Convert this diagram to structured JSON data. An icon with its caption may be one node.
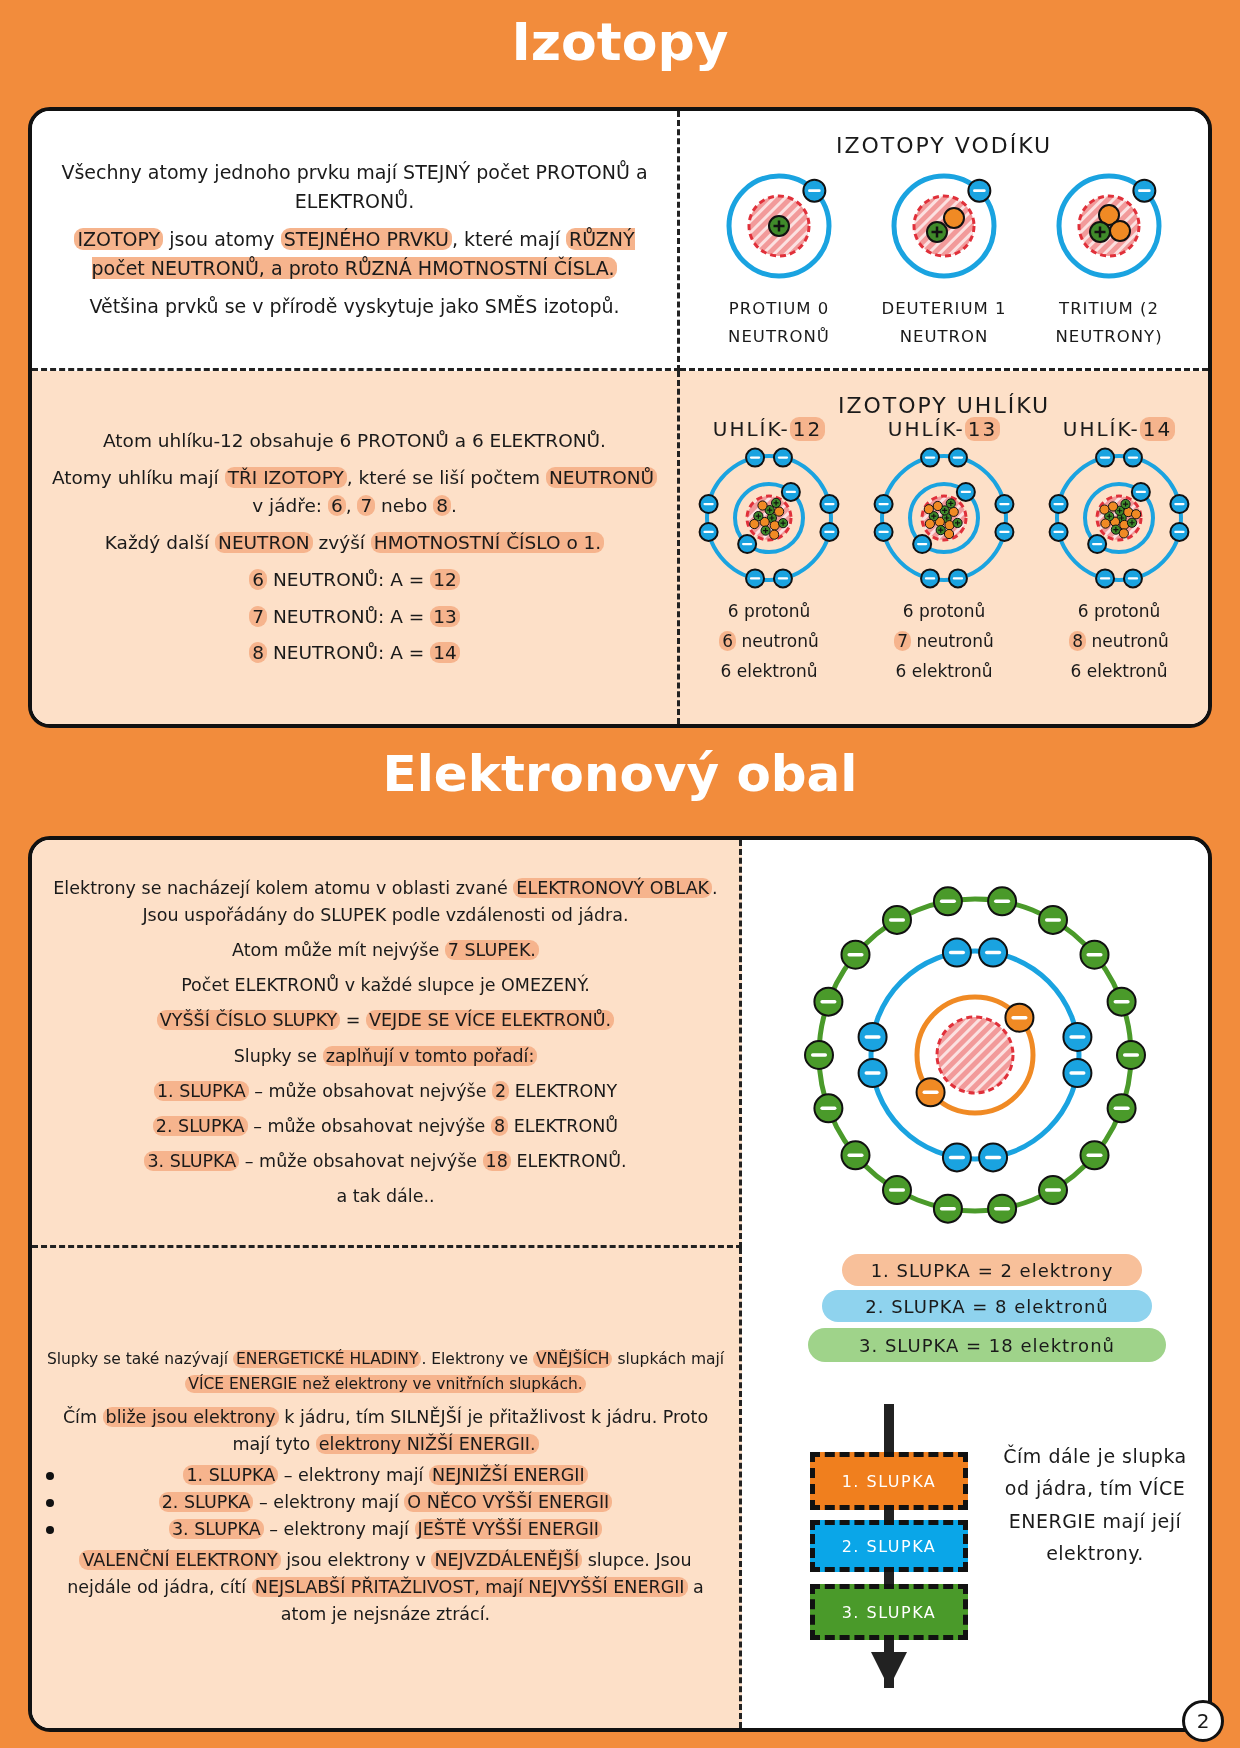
{
  "diagram": {
    "title": "Izotopy",
    "nodes": [
      {
        "text": [
          "Všechny atomy jednoho prvku mají STEJNÝ počet PROTONŮ a ELEKTRONŮ.",
          "**IZOTOPY** jsou atomy **STEJNÉHO PRVKU**, které mají **RŮZNÝ počet NEUTRONŮ, a proto RŮZNÁ HMOTNOSTNÍ ČÍSLA.**",
          "Většina prvků se v přírodě vyskytuje jako SMĚS izotopů."
        ]
      },
      {
        "text": [
          "IZOTOPY VODÍKU"
        ]
      },
      {
        "text": [
          "PROTIUM 0 NEUTRONŮ"
        ],
        "in": 1
      },
      {
        "text": [
          "DEUTERIUM 1 NEUTRON"
        ],
        "in": 1
      },
      {
        "text": [
          "TRITIUM (2 NEUTRONY)"
        ],
        "in": 1
      },
      {
        "text": [
          "Atom uhlíku-12 obsahuje 6 PROTONŮ a 6 ELEKTRONŮ.",
          "Atomy uhlíku mají **TŘI IZOTOPY**, které se liší počtem **NEUTRONŮ** v jádře: **6**, **7** nebo **8**.",
          "Každý další **NEUTRON** zvýší **HMOTNOSTNÍ ČÍSLO o 1.**",
          "**6** NEUTRONŮ: A = **12**",
          "**7** NEUTRONŮ: A = **13**",
          "**8** NEUTRONŮ: A = **14**"
        ]
      },
      {
        "text": [
          "IZOTOPY UHLÍKU"
        ]
      },
      {
        "text": [
          "UHLÍK-**12**",
          "6 protonů",
          "**6** neutronů",
          "6 elektronů"
        ],
        "in": 6
      },
      {
        "text": [
          "UHLÍK-**13**",
          "6 protonů",
          "**7** neutronů",
          "6 elektronů"
        ],
        "in": 6
      },
      {
        "text": [
          "UHLÍK-**14**",
          "6 protonů",
          "**8** neutronů",
          "6 elektronů"
        ],
        "in": 6
      },
      {
        "text": [
          "Elektrony se nacházejí kolem atomu v oblasti zvané **ELEKTRONOVÝ OBLAK**. Jsou uspořádány do SLUPEK podle vzdálenosti od jádra.",
          "Atom může mít nejvýše **7 SLUPEK.**",
          "Počet ELEKTRONŮ v každé slupce je OMEZENÝ.",
          "**VYŠŠÍ ČÍSLO SLUPKY** = **VEJDE SE VÍCE ELEKTRONŮ.**",
          "Slupky se **zaplňují v tomto pořadí:**",
          "**1. SLUPKA** – může obsahovat nejvýše **2** ELEKTRONY",
          "**2. SLUPKA** – může obsahovat nejvýše **8** ELEKTRONŮ",
          "**3. SLUPKA** – může obsahovat nejvýše **18** ELEKTRONŮ.",
          "a tak dále.."
        ]
      },
      {
        "text": [
          "Slupky se také nazývají **ENERGETICKÉ HLADINY**. Elektrony ve **VNĚJŠÍCH** slupkách mají **VÍCE ENERGIE než elektrony ve vnitřních slupkách.**",
          "Čím **bliže jsou elektrony** k jádru, tím SILNĚJŠÍ je přitažlivost k jádru. Proto mají tyto **elektrony NIŽŠÍ ENERGII.**",
          "**1. SLUPKA** – elektrony mají **NEJNIŽŠÍ ENERGII**",
          "**2. SLUPKA** – elektrony mají **O NĚCO VYŠŠÍ ENERGII**",
          "**3. SLUPKA** – elektrony mají **JEŠTĚ VYŠŠÍ ENERGII**",
          "**VALENČNÍ ELEKTRONY** jsou elektrony v **NEJVZDÁLENĚJŠÍ** slupce. Jsou nejdále od jádra, cítí **NEJSLABŠÍ PŘITAŽLIVOST, mají NEJVYŠŠÍ ENERGII** a atom je nejsnáze ztrácí."
        ]
      },
      {
        "text": [],
        "shape": "box"
      },
      {
        "text": [
          "1. SLUPKA = 2 elektrony"
        ],
        "in": 12
      },
      {
        "text": [
          "2. SLUPKA = 8 elektronů"
        ],
        "in": 12
      },
      {
        "text": [
          "3. SLUPKA = 18 elektronů"
        ],
        "in": 12
      },
      {
        "text": [
          "1. SLUPKA"
        ],
        "in": 12
      },
      {
        "text": [
          "2. SLUPKA"
        ],
        "in": 12
      },
      {
        "text": [
          "3. SLUPKA"
        ],
        "in": 12
      }
    ],
    "edges": [
      {
        "from": null,
        "to": 16,
        "arrow": "none"
      },
      {
        "from": 16,
        "to": 17,
        "arrow": "none"
      },
      {
        "from": 17,
        "to": 18,
        "arrow": "none"
      },
      {
        "from": 18,
        "to": null,
        "arrow": "to"
      }
    ],
    "labels": [
      "Elektronový obal",
      "Čím dále je slupka od jádra, tím VÍCE ENERGIE mají její elektrony.",
      "2"
    ]
  }
}
